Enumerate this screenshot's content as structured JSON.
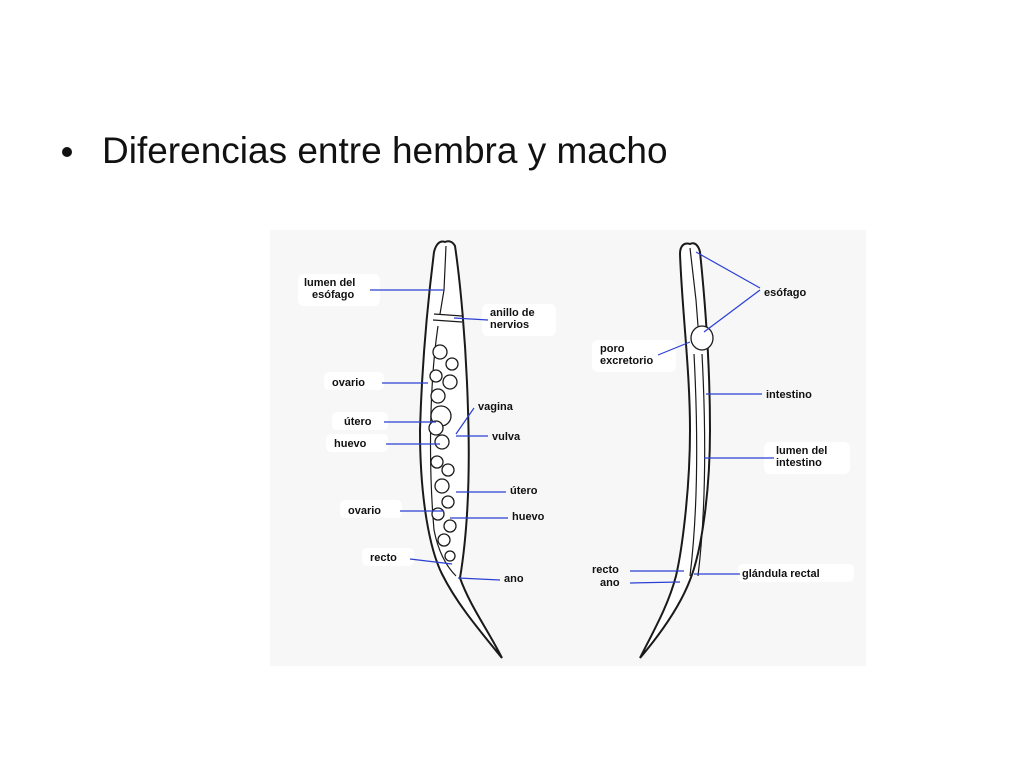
{
  "slide": {
    "bullet_text": "Diferencias entre hembra y macho"
  },
  "female_labels": {
    "lumen_esofago_1": "lumen del",
    "lumen_esofago_2": "esófago",
    "anillo_1": "anillo de",
    "anillo_2": "nervios",
    "ovario_top": "ovario",
    "vagina": "vagina",
    "utero_top": "útero",
    "vulva": "vulva",
    "huevo_top": "huevo",
    "utero_bottom": "útero",
    "ovario_bottom": "ovario",
    "huevo_bottom": "huevo",
    "recto": "recto",
    "ano": "ano"
  },
  "male_labels": {
    "esofago": "esófago",
    "poro_1": "poro",
    "poro_2": "excretorio",
    "intestino": "intestino",
    "lumen_intestino_1": "lumen del",
    "lumen_intestino_2": "intestino",
    "recto": "recto",
    "ano": "ano",
    "glandula": "glándula rectal"
  },
  "colors": {
    "leader_lines": "#2b3fd4",
    "outline": "#1a1a1a"
  }
}
